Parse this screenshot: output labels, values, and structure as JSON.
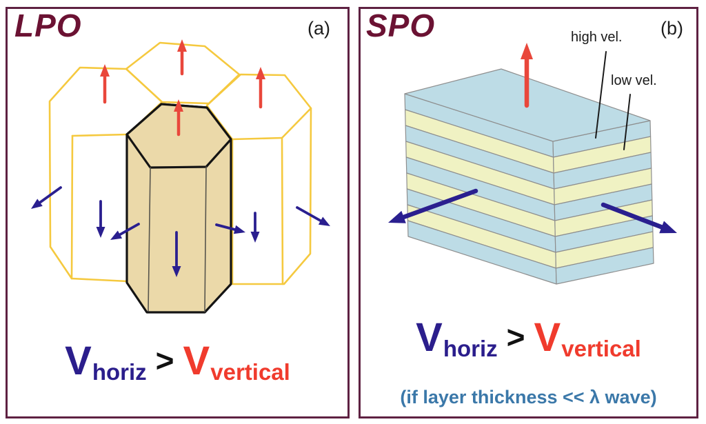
{
  "figure": {
    "panels": [
      {
        "id": "lpo",
        "title": "LPO",
        "corner_tag": "(a)",
        "formula": {
          "lhs": "V",
          "lhs_sub": "horiz",
          "operator": ">",
          "rhs": "V",
          "rhs_sub": "vertical"
        }
      },
      {
        "id": "spo",
        "title": "SPO",
        "corner_tag": "(b)",
        "layer_labels": {
          "high": "high vel.",
          "low": "low vel."
        },
        "n_layers": 9,
        "formula": {
          "lhs": "V",
          "lhs_sub": "horiz",
          "operator": ">",
          "rhs": "V",
          "rhs_sub": "vertical"
        },
        "caption": "(if layer thickness << λ wave)"
      }
    ]
  },
  "colors": {
    "panel_border": "#5E2142",
    "panel_title": "#6B1233",
    "crystal_outline_yellow": "#F5C93F",
    "crystal_fill_tan": "#EBD9A9",
    "crystal_outline_black": "#141414",
    "inner_edge_gray": "#56544C",
    "arrow_red": "#E9473B",
    "arrow_blue": "#2A1F8F",
    "layer_high_vel_blue": "#BDDCE6",
    "layer_low_vel_yellow": "#F0F2C3",
    "layer_edge_gray": "#8E8E8E",
    "label_black": "#1A1A1A",
    "formula_horiz_blue": "#2B1E8C",
    "formula_gt_black": "#111111",
    "formula_vertical_red": "#F03B2D",
    "caption_blue": "#3B78A9"
  }
}
